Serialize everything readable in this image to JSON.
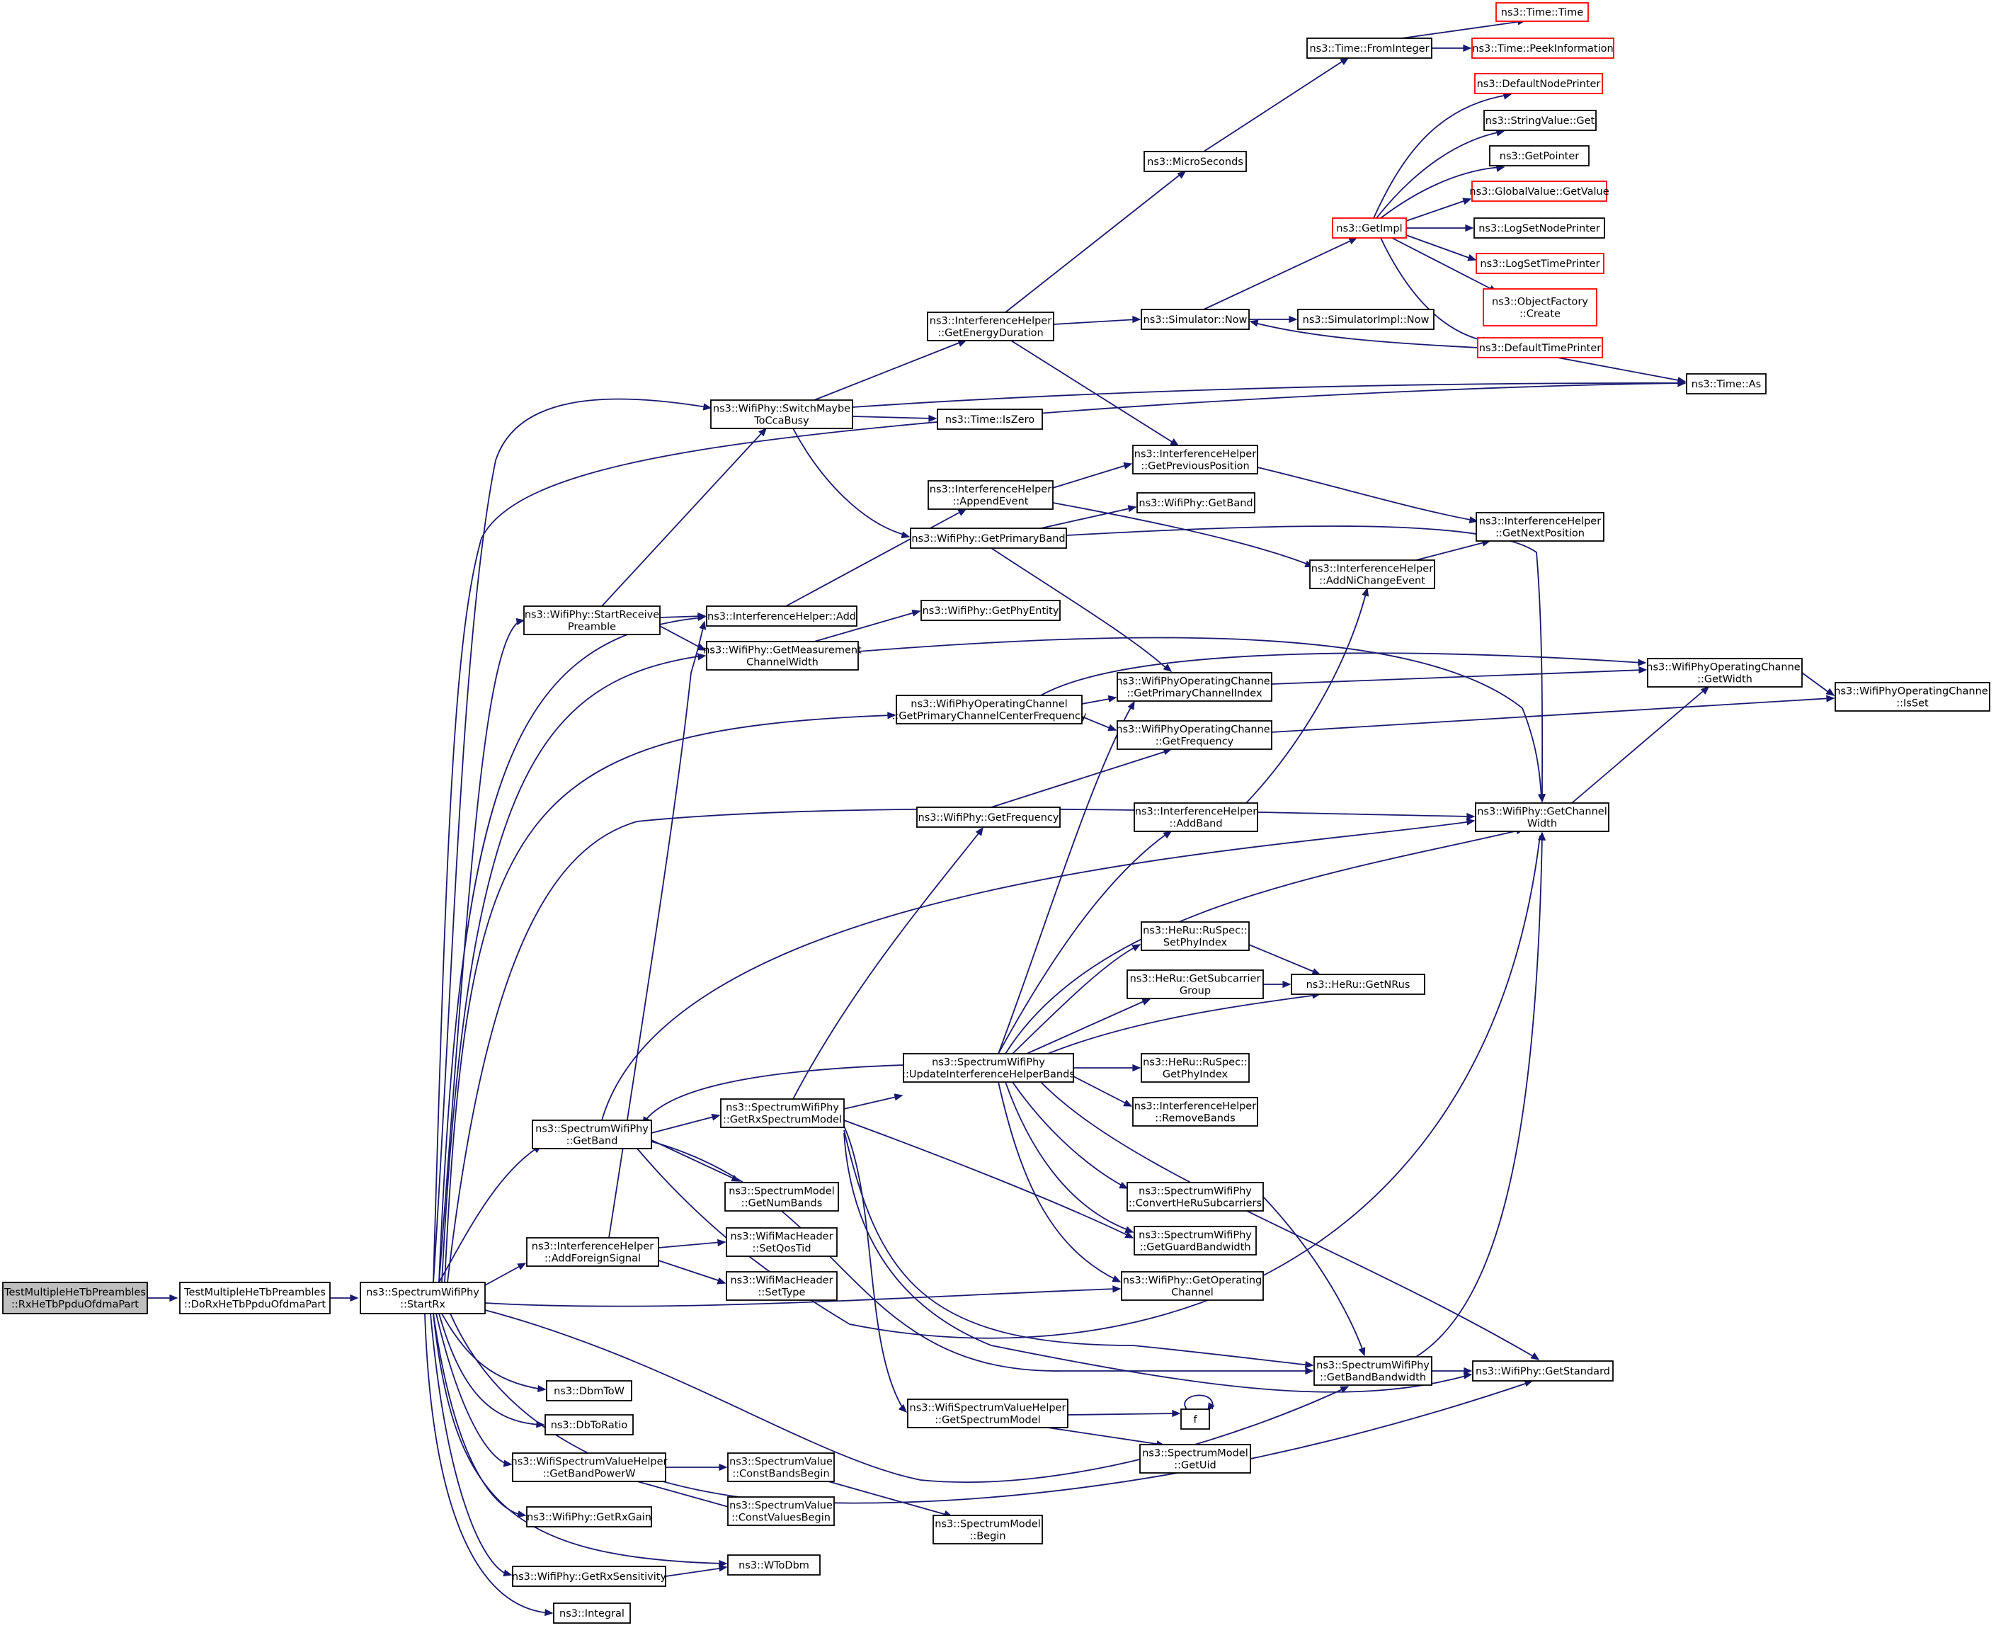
{
  "nodes": [
    {
      "id": "n1",
      "label": [
        "TestMultipleHeTbPreambles",
        "::RxHeTbPpduOfdmaPart"
      ],
      "style": "root"
    },
    {
      "id": "n2",
      "label": [
        "TestMultipleHeTbPreambles",
        "::DoRxHeTbPpduOfdmaPart"
      ]
    },
    {
      "id": "n3",
      "label": [
        "ns3::SpectrumWifiPhy",
        "::StartRx"
      ]
    },
    {
      "id": "n4",
      "label": [
        "ns3::WifiPhy::SwitchMaybe",
        "ToCcaBusy"
      ]
    },
    {
      "id": "n5",
      "label": [
        "ns3::InterferenceHelper",
        "::GetEnergyDuration"
      ]
    },
    {
      "id": "n6",
      "label": [
        "ns3::MicroSeconds"
      ]
    },
    {
      "id": "n7",
      "label": [
        "ns3::Time::FromInteger"
      ]
    },
    {
      "id": "n8",
      "label": [
        "ns3::Time::Time"
      ],
      "style": "ext"
    },
    {
      "id": "n9",
      "label": [
        "ns3::Time::PeekInformation"
      ],
      "style": "ext"
    },
    {
      "id": "n10",
      "label": [
        "ns3::Simulator::Now"
      ]
    },
    {
      "id": "n11",
      "label": [
        "ns3::GetImpl"
      ],
      "style": "ext"
    },
    {
      "id": "n12",
      "label": [
        "ns3::DefaultNodePrinter"
      ],
      "style": "ext"
    },
    {
      "id": "n13",
      "label": [
        "ns3::StringValue::Get"
      ]
    },
    {
      "id": "n14",
      "label": [
        "ns3::GetPointer"
      ]
    },
    {
      "id": "n15",
      "label": [
        "ns3::GlobalValue::GetValue"
      ],
      "style": "ext"
    },
    {
      "id": "n16",
      "label": [
        "ns3::LogSetNodePrinter"
      ]
    },
    {
      "id": "n17",
      "label": [
        "ns3::LogSetTimePrinter"
      ],
      "style": "ext"
    },
    {
      "id": "n18",
      "label": [
        "ns3::ObjectFactory",
        "::Create"
      ],
      "style": "ext"
    },
    {
      "id": "n19",
      "label": [
        "ns3::DefaultTimePrinter"
      ],
      "style": "ext"
    },
    {
      "id": "n20",
      "label": [
        "ns3::SimulatorImpl::Now"
      ]
    },
    {
      "id": "n21",
      "label": [
        "ns3::Time::As"
      ]
    },
    {
      "id": "n22",
      "label": [
        "ns3::Time::IsZero"
      ]
    },
    {
      "id": "n23",
      "label": [
        "ns3::InterferenceHelper",
        "::GetPreviousPosition"
      ]
    },
    {
      "id": "n24",
      "label": [
        "ns3::InterferenceHelper",
        "::GetNextPosition"
      ]
    },
    {
      "id": "n25",
      "label": [
        "ns3::InterferenceHelper",
        "::AppendEvent"
      ]
    },
    {
      "id": "n26",
      "label": [
        "ns3::WifiPhy::GetPrimaryBand"
      ]
    },
    {
      "id": "n27",
      "label": [
        "ns3::WifiPhy::GetBand"
      ]
    },
    {
      "id": "n28",
      "label": [
        "ns3::InterferenceHelper",
        "::AddNiChangeEvent"
      ]
    },
    {
      "id": "n29",
      "label": [
        "ns3::WifiPhy::StartReceive",
        "Preamble"
      ]
    },
    {
      "id": "n30",
      "label": [
        "ns3::InterferenceHelper::Add"
      ]
    },
    {
      "id": "n31",
      "label": [
        "ns3::WifiPhy::GetPhyEntity"
      ]
    },
    {
      "id": "n32",
      "label": [
        "ns3::WifiPhy::GetMeasurement",
        "ChannelWidth"
      ]
    },
    {
      "id": "n33",
      "label": [
        "ns3::WifiPhyOperatingChannel",
        "::GetPrimaryChannelCenterFrequency"
      ]
    },
    {
      "id": "n34",
      "label": [
        "ns3::WifiPhyOperatingChannel",
        "::GetPrimaryChannelIndex"
      ]
    },
    {
      "id": "n35",
      "label": [
        "ns3::WifiPhyOperatingChannel",
        "::GetWidth"
      ]
    },
    {
      "id": "n36",
      "label": [
        "ns3::WifiPhyOperatingChannel",
        "::IsSet"
      ]
    },
    {
      "id": "n37",
      "label": [
        "ns3::WifiPhyOperatingChannel",
        "::GetFrequency"
      ]
    },
    {
      "id": "n38",
      "label": [
        "ns3::WifiPhy::GetFrequency"
      ]
    },
    {
      "id": "n39",
      "label": [
        "ns3::InterferenceHelper",
        "::AddBand"
      ]
    },
    {
      "id": "n40",
      "label": [
        "ns3::WifiPhy::GetChannel",
        "Width"
      ]
    },
    {
      "id": "n41",
      "label": [
        "ns3::HeRu::RuSpec::",
        "SetPhyIndex"
      ]
    },
    {
      "id": "n42",
      "label": [
        "ns3::HeRu::GetSubcarrier",
        "Group"
      ]
    },
    {
      "id": "n43",
      "label": [
        "ns3::HeRu::GetNRus"
      ]
    },
    {
      "id": "n44",
      "label": [
        "ns3::SpectrumWifiPhy",
        "::UpdateInterferenceHelperBands"
      ]
    },
    {
      "id": "n45",
      "label": [
        "ns3::HeRu::RuSpec::",
        "GetPhyIndex"
      ]
    },
    {
      "id": "n46",
      "label": [
        "ns3::InterferenceHelper",
        "::RemoveBands"
      ]
    },
    {
      "id": "n47",
      "label": [
        "ns3::SpectrumWifiPhy",
        "::GetBand"
      ]
    },
    {
      "id": "n48",
      "label": [
        "ns3::SpectrumWifiPhy",
        "::GetRxSpectrumModel"
      ]
    },
    {
      "id": "n49",
      "label": [
        "ns3::SpectrumModel",
        "::GetNumBands"
      ]
    },
    {
      "id": "n50",
      "label": [
        "ns3::SpectrumWifiPhy",
        "::ConvertHeRuSubcarriers"
      ]
    },
    {
      "id": "n51",
      "label": [
        "ns3::SpectrumWifiPhy",
        "::GetGuardBandwidth"
      ]
    },
    {
      "id": "n52",
      "label": [
        "ns3::InterferenceHelper",
        "::AddForeignSignal"
      ]
    },
    {
      "id": "n53",
      "label": [
        "ns3::WifiMacHeader",
        "::SetQosTid"
      ]
    },
    {
      "id": "n54",
      "label": [
        "ns3::WifiMacHeader",
        "::SetType"
      ]
    },
    {
      "id": "n55",
      "label": [
        "ns3::WifiPhy::GetOperating",
        "Channel"
      ]
    },
    {
      "id": "n56",
      "label": [
        "ns3::SpectrumWifiPhy",
        "::GetBandBandwidth"
      ]
    },
    {
      "id": "n57",
      "label": [
        "ns3::WifiPhy::GetStandard"
      ]
    },
    {
      "id": "n58",
      "label": [
        "ns3::DbmToW"
      ]
    },
    {
      "id": "n59",
      "label": [
        "ns3::DbToRatio"
      ]
    },
    {
      "id": "n60",
      "label": [
        "ns3::WifiSpectrumValueHelper",
        "::GetSpectrumModel"
      ]
    },
    {
      "id": "n61",
      "label": [
        "f"
      ]
    },
    {
      "id": "n62",
      "label": [
        "ns3::SpectrumModel",
        "::GetUid"
      ]
    },
    {
      "id": "n63",
      "label": [
        "ns3::WifiSpectrumValueHelper",
        "::GetBandPowerW"
      ]
    },
    {
      "id": "n64",
      "label": [
        "ns3::SpectrumValue",
        "::ConstBandsBegin"
      ]
    },
    {
      "id": "n65",
      "label": [
        "ns3::SpectrumModel",
        "::Begin"
      ]
    },
    {
      "id": "n66",
      "label": [
        "ns3::SpectrumValue",
        "::ConstValuesBegin"
      ]
    },
    {
      "id": "n67",
      "label": [
        "ns3::WifiPhy::GetRxGain"
      ]
    },
    {
      "id": "n68",
      "label": [
        "ns3::WifiPhy::GetRxSensitivity"
      ]
    },
    {
      "id": "n69",
      "label": [
        "ns3::WToDbm"
      ]
    },
    {
      "id": "n70",
      "label": [
        "ns3::Integral"
      ]
    }
  ]
}
